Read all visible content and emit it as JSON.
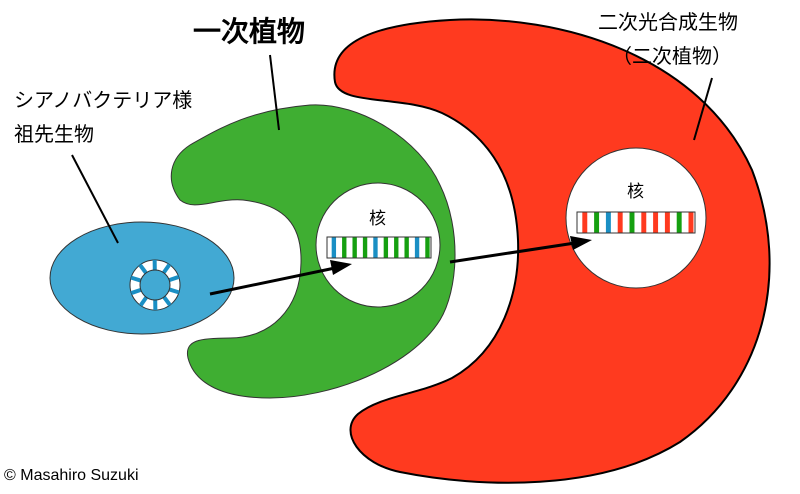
{
  "labels": {
    "primary_plant": "一次植物",
    "cyanobacteria_line1": "シアノバクテリア様",
    "cyanobacteria_line2": "祖先生物",
    "secondary_line1": "二次光合成生物",
    "secondary_line2": "（二次植物）",
    "nucleus_green": "核",
    "nucleus_red": "核",
    "copyright": "© Masahiro Suzuki"
  },
  "colors": {
    "cyanobacteria": "#42a9d3",
    "primary_plant": "#3fae32",
    "secondary": "#ff3a1f",
    "gene_blue": "#1a8fc4",
    "gene_green": "#15a010",
    "gene_red": "#ff3a1f"
  },
  "genes": {
    "primary": [
      "blue",
      "green",
      "green",
      "green",
      "blue",
      "green",
      "green",
      "green",
      "blue",
      "green"
    ],
    "secondary": [
      "red",
      "green",
      "blue",
      "red",
      "green",
      "red",
      "red",
      "red",
      "green",
      "red"
    ]
  }
}
